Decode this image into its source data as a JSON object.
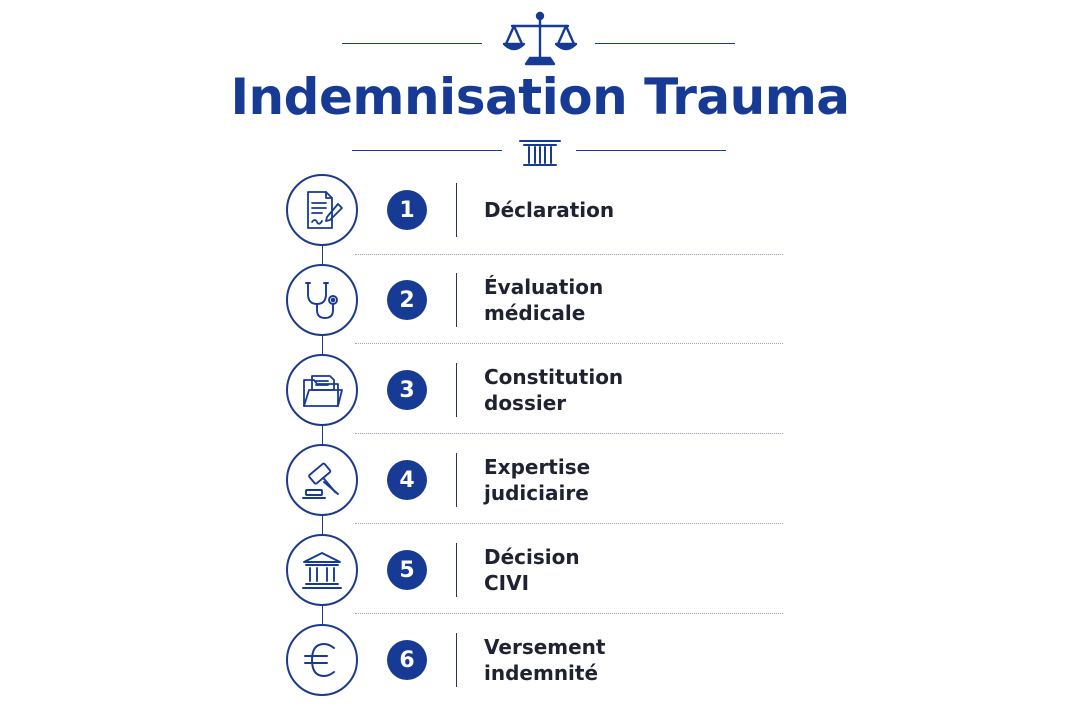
{
  "header": {
    "title": "Indemnisation Trauma",
    "top_icon": "scales-of-justice-icon",
    "bottom_icon": "greek-column-icon"
  },
  "colors": {
    "primary": "#173a94",
    "line": "#1c3a8c",
    "text": "#1f2230",
    "divider": "#9aa3b8"
  },
  "steps": [
    {
      "number": "1",
      "icon": "document-signature-icon",
      "lines": [
        "Déclaration"
      ]
    },
    {
      "number": "2",
      "icon": "stethoscope-icon",
      "lines": [
        "Évaluation",
        "médicale"
      ]
    },
    {
      "number": "3",
      "icon": "folder-icon",
      "lines": [
        "Constitution",
        "dossier"
      ]
    },
    {
      "number": "4",
      "icon": "gavel-icon",
      "lines": [
        "Expertise",
        "judiciaire"
      ]
    },
    {
      "number": "5",
      "icon": "courthouse-icon",
      "lines": [
        "Décision",
        "CIVI"
      ]
    },
    {
      "number": "6",
      "icon": "euro-icon",
      "lines": [
        "Versement",
        "indemnité"
      ]
    }
  ]
}
